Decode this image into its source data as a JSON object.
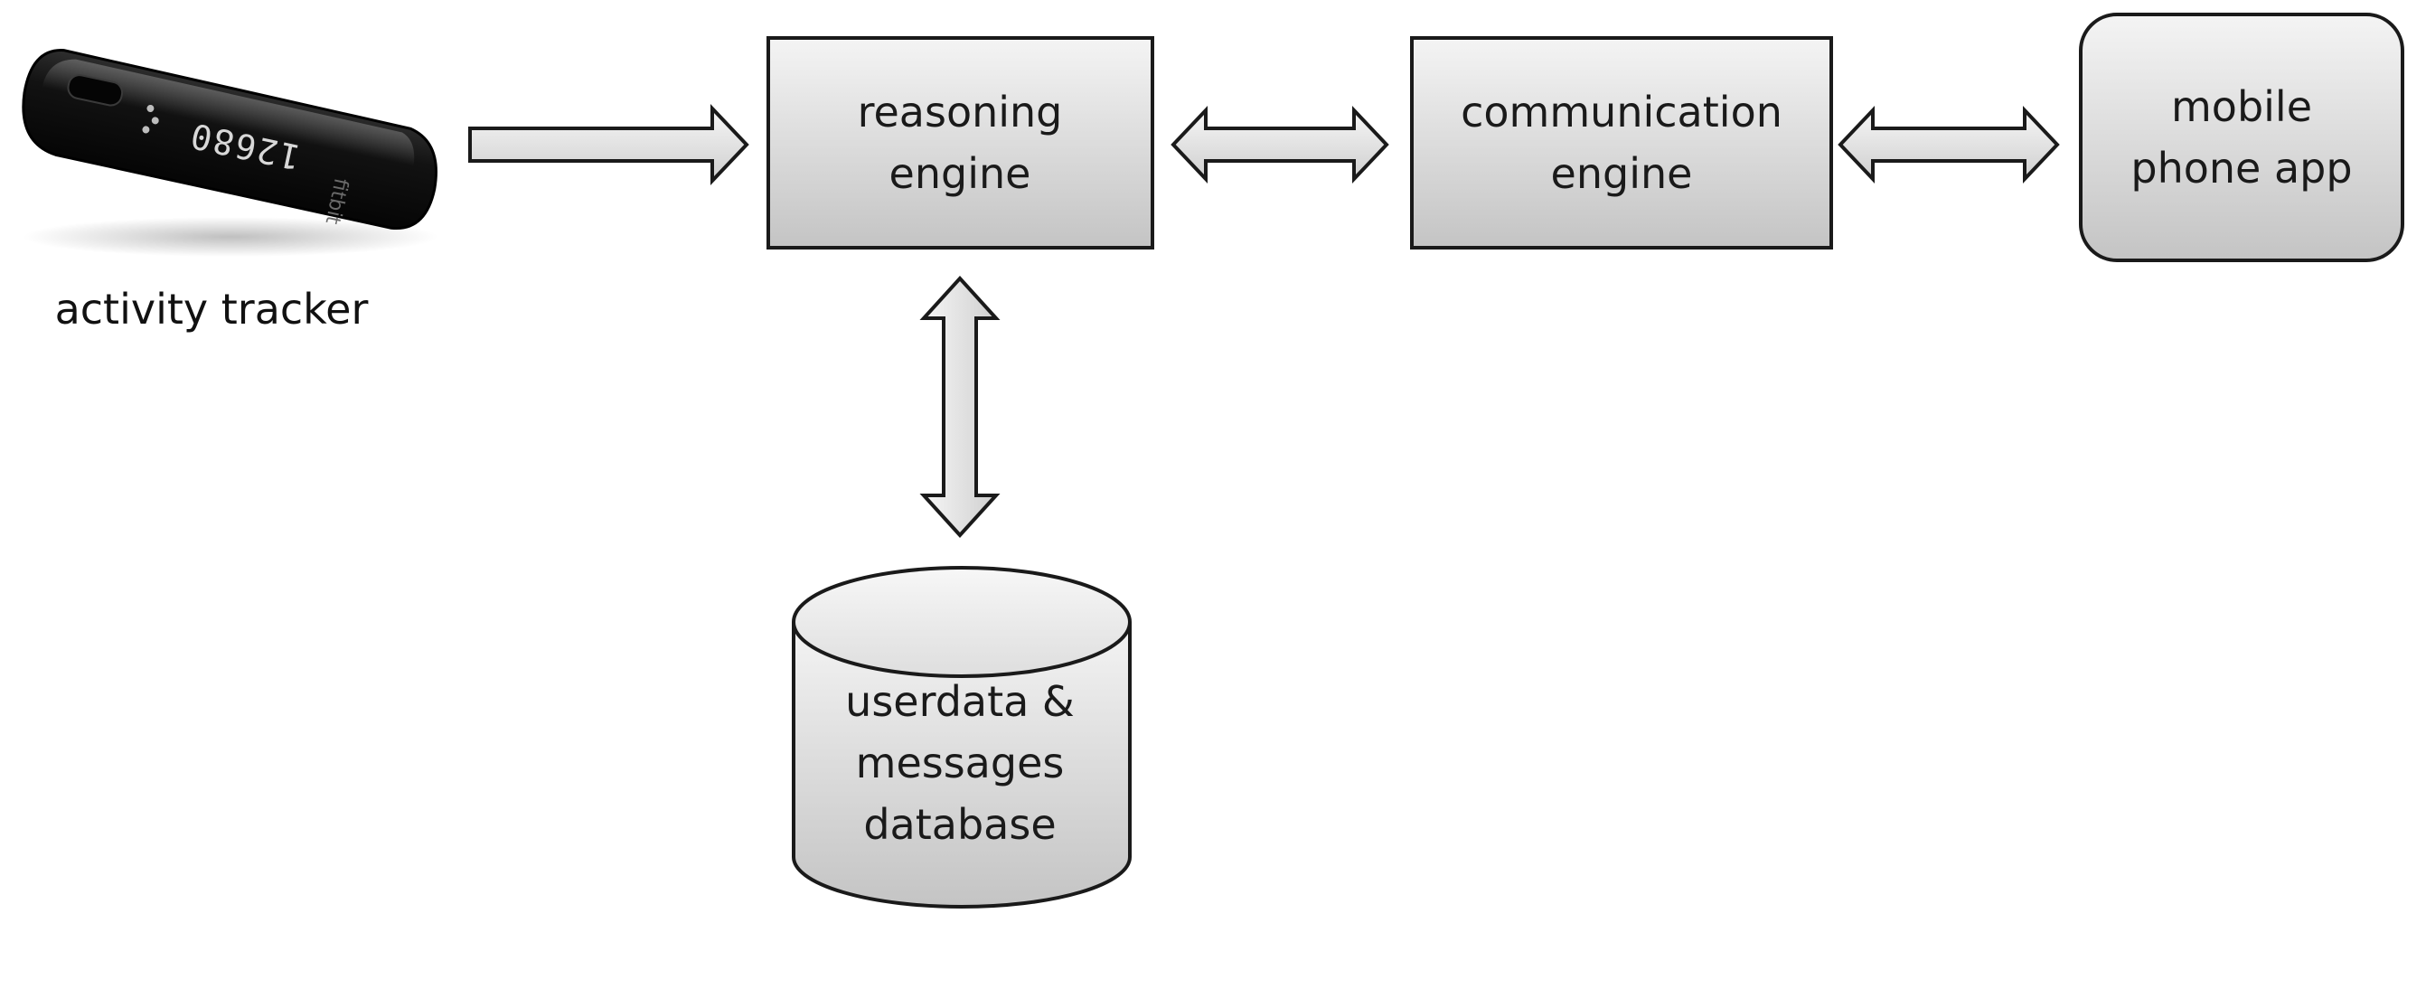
{
  "diagram": {
    "nodes": {
      "activity_tracker": {
        "caption": "activity tracker",
        "display_value": "12680",
        "brand": "fitbit"
      },
      "reasoning_engine": {
        "line1": "reasoning",
        "line2": "engine"
      },
      "communication_engine": {
        "line1": "communication",
        "line2": "engine"
      },
      "mobile_phone_app": {
        "line1": "mobile",
        "line2": "phone app"
      },
      "database": {
        "line1": "userdata &",
        "line2": "messages",
        "line3": "database"
      }
    },
    "edges": [
      {
        "from": "activity tracker",
        "to": "reasoning engine",
        "direction": "one-way"
      },
      {
        "from": "reasoning engine",
        "to": "communication engine",
        "direction": "two-way"
      },
      {
        "from": "communication engine",
        "to": "mobile phone app",
        "direction": "two-way"
      },
      {
        "from": "reasoning engine",
        "to": "userdata & messages database",
        "direction": "two-way"
      }
    ],
    "colors": {
      "box_fill_top": "#f4f4f4",
      "box_fill_bottom": "#c4c4c4",
      "outline": "#1a1a1a",
      "tracker_body": "#141414"
    }
  }
}
